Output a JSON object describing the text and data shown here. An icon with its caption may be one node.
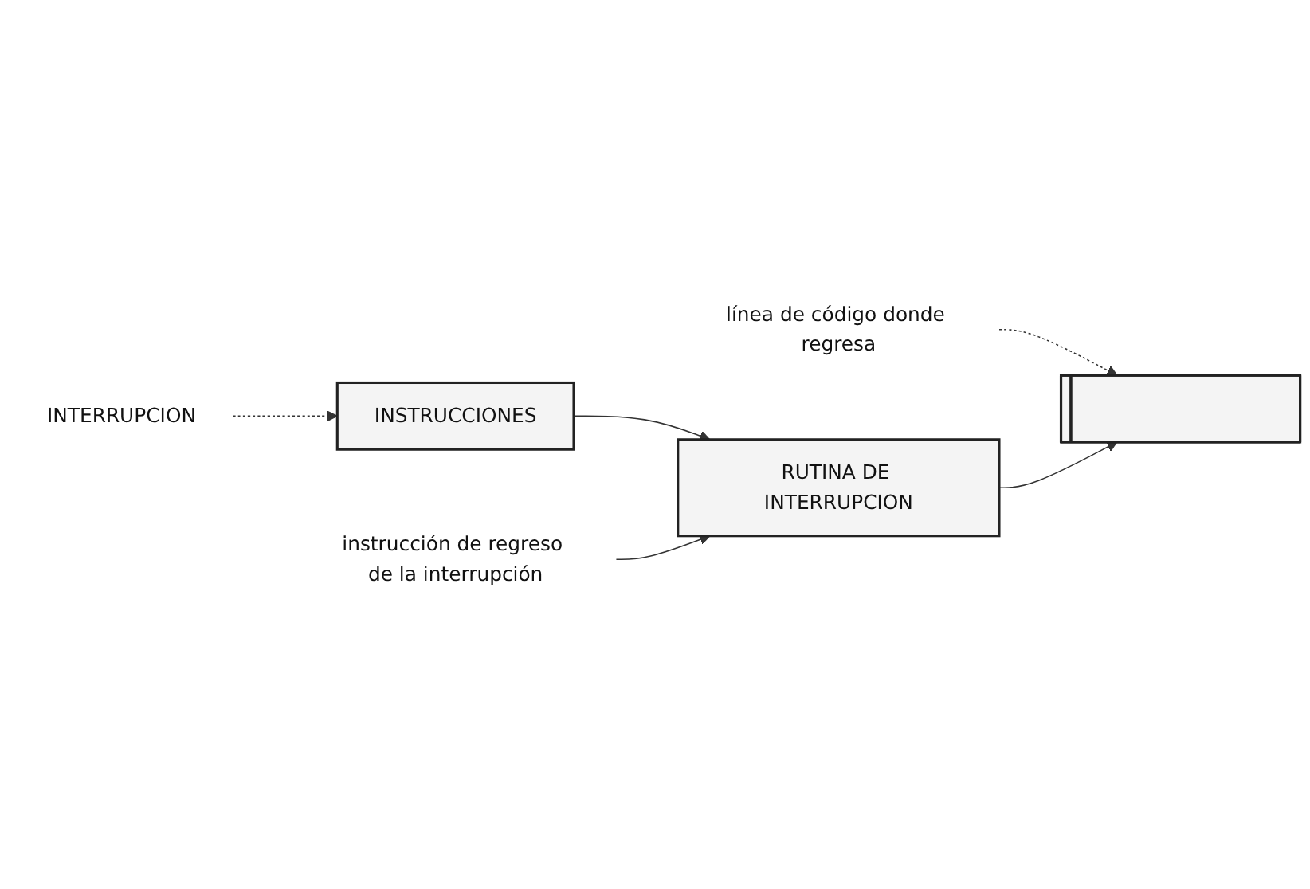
{
  "diagram": {
    "nodes": [
      {
        "text": [
          "INTERRUPCION"
        ]
      },
      {
        "text": [
          "línea de código donde regresa"
        ]
      },
      {
        "text": [
          "INSTRUCCIONES"
        ]
      },
      {
        "text": [],
        "shape": "bar"
      },
      {
        "text": [
          "RUTINA DE INTERRUPCION"
        ]
      },
      {
        "text": [
          "instrucción de regreso de la interrupción"
        ]
      }
    ],
    "edges": [
      {
        "from": 0,
        "to": 2,
        "arrow": "to",
        "style": "dashed"
      },
      {
        "from": 1,
        "to": 3,
        "arrow": "to",
        "style": "dashed"
      },
      {
        "from": 2,
        "to": 4,
        "arrow": "to"
      },
      {
        "from": 4,
        "to": 3,
        "arrow": "to"
      },
      {
        "from": 5,
        "to": 4,
        "arrow": "to"
      }
    ]
  }
}
